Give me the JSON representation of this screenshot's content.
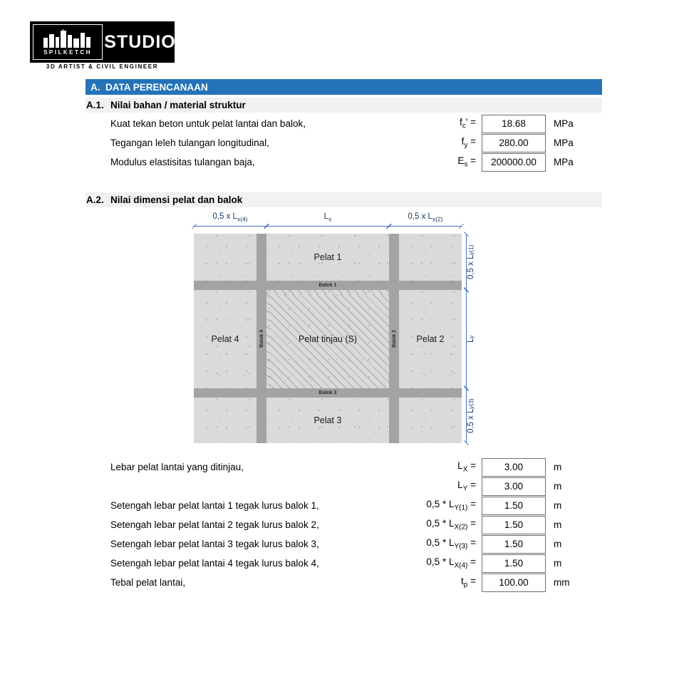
{
  "logo": {
    "brand": "SPILKETCH",
    "studio": "STUDIO",
    "tagline": "3D ARTIST & CIVIL ENGINEER"
  },
  "colors": {
    "header_blue": "#2473B9",
    "subheader_gray": "#F1F1F1",
    "beam_gray": "#A3A3A3",
    "slab_gray": "#DADADA",
    "dim_line_blue": "#4472C4",
    "dim_text_navy": "#17375E"
  },
  "section_a": {
    "index": "A.",
    "title": "DATA PERENCANAAN"
  },
  "section_a1": {
    "index": "A.1.",
    "title": "Nilai bahan / material struktur",
    "rows": [
      {
        "label": "Kuat tekan beton untuk pelat lantai dan balok,",
        "sym_pre": "f",
        "sym_sub": "c",
        "sym_post": "' =",
        "value": "18.68",
        "unit": "MPa"
      },
      {
        "label": "Tegangan leleh tulangan longitudinal,",
        "sym_pre": "f",
        "sym_sub": "y",
        "sym_post": " =",
        "value": "280.00",
        "unit": "MPa"
      },
      {
        "label": "Modulus elastisitas tulangan baja,",
        "sym_pre": "E",
        "sym_sub": "s",
        "sym_post": " =",
        "value": "200000.00",
        "unit": "MPa"
      }
    ]
  },
  "section_a2": {
    "index": "A.2.",
    "title": "Nilai dimensi pelat dan balok",
    "rows": [
      {
        "label": "Lebar pelat lantai yang ditinjau,",
        "sym_pre": "L",
        "sym_sub": "X",
        "sym_post": " =",
        "value": "3.00",
        "unit": "m"
      },
      {
        "label": "",
        "sym_pre": "L",
        "sym_sub": "Y",
        "sym_post": " =",
        "value": "3.00",
        "unit": "m"
      },
      {
        "label": "Setengah lebar pelat lantai 1 tegak lurus balok 1,",
        "sym_pre": "0,5 * L",
        "sym_sub": "Y(1)",
        "sym_post": " =",
        "value": "1.50",
        "unit": "m"
      },
      {
        "label": "Setengah lebar pelat lantai 2 tegak lurus balok 2,",
        "sym_pre": "0,5 * L",
        "sym_sub": "X(2)",
        "sym_post": " =",
        "value": "1.50",
        "unit": "m"
      },
      {
        "label": "Setengah lebar pelat lantai 3 tegak lurus balok 3,",
        "sym_pre": "0,5 * L",
        "sym_sub": "Y(3)",
        "sym_post": " =",
        "value": "1.50",
        "unit": "m"
      },
      {
        "label": "Setengah lebar pelat lantai 4 tegak lurus balok 4,",
        "sym_pre": "0,5 * L",
        "sym_sub": "X(4)",
        "sym_post": " =",
        "value": "1.50",
        "unit": "m"
      },
      {
        "label": "Tebal pelat lantai,",
        "sym_pre": "t",
        "sym_sub": "p",
        "sym_post": " =",
        "value": "100.00",
        "unit": "mm"
      }
    ]
  },
  "diagram": {
    "slabs": {
      "pelat1": "Pelat 1",
      "pelat2": "Pelat 2",
      "pelat3": "Pelat 3",
      "pelat4": "Pelat 4",
      "center": "Pelat tinjau (S)"
    },
    "beams": {
      "balok1": "Balok 1",
      "balok2": "Balok 2",
      "balok3": "Balok 3",
      "balok4": "Balok 4"
    },
    "dims_top": [
      {
        "pre": "0,5 x L",
        "sub": "x(4)"
      },
      {
        "pre": "L",
        "sub": "x"
      },
      {
        "pre": "0,5 x L",
        "sub": "x(2)"
      }
    ],
    "dims_right": [
      {
        "pre": "0,5 x L",
        "sub": "y(1)"
      },
      {
        "pre": "L",
        "sub": "y"
      },
      {
        "pre": "0,5 x L",
        "sub": "y(3)"
      }
    ]
  }
}
